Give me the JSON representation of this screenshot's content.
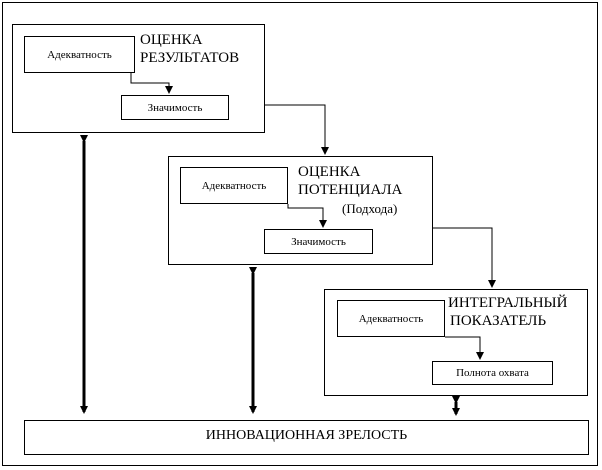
{
  "block_results": {
    "title_line1": "ОЦЕНКА",
    "title_line2": "РЕЗУЛЬТАТОВ",
    "adequacy_label": "Адекватность",
    "significance_label": "Значимость"
  },
  "block_potential": {
    "title_line1": "ОЦЕНКА",
    "title_line2": "ПОТЕНЦИАЛА",
    "subtitle": "(Подхода)",
    "adequacy_label": "Адекватность",
    "significance_label": "Значимость"
  },
  "block_integral": {
    "title_line1": "ИНТЕГРАЛЬНЫЙ",
    "title_line2": "ПОКАЗАТЕЛЬ",
    "adequacy_label": "Адекватность",
    "coverage_label": "Полнота охвата"
  },
  "bottom": {
    "label": "ИННОВАЦИОННАЯ ЗРЕЛОСТЬ"
  }
}
